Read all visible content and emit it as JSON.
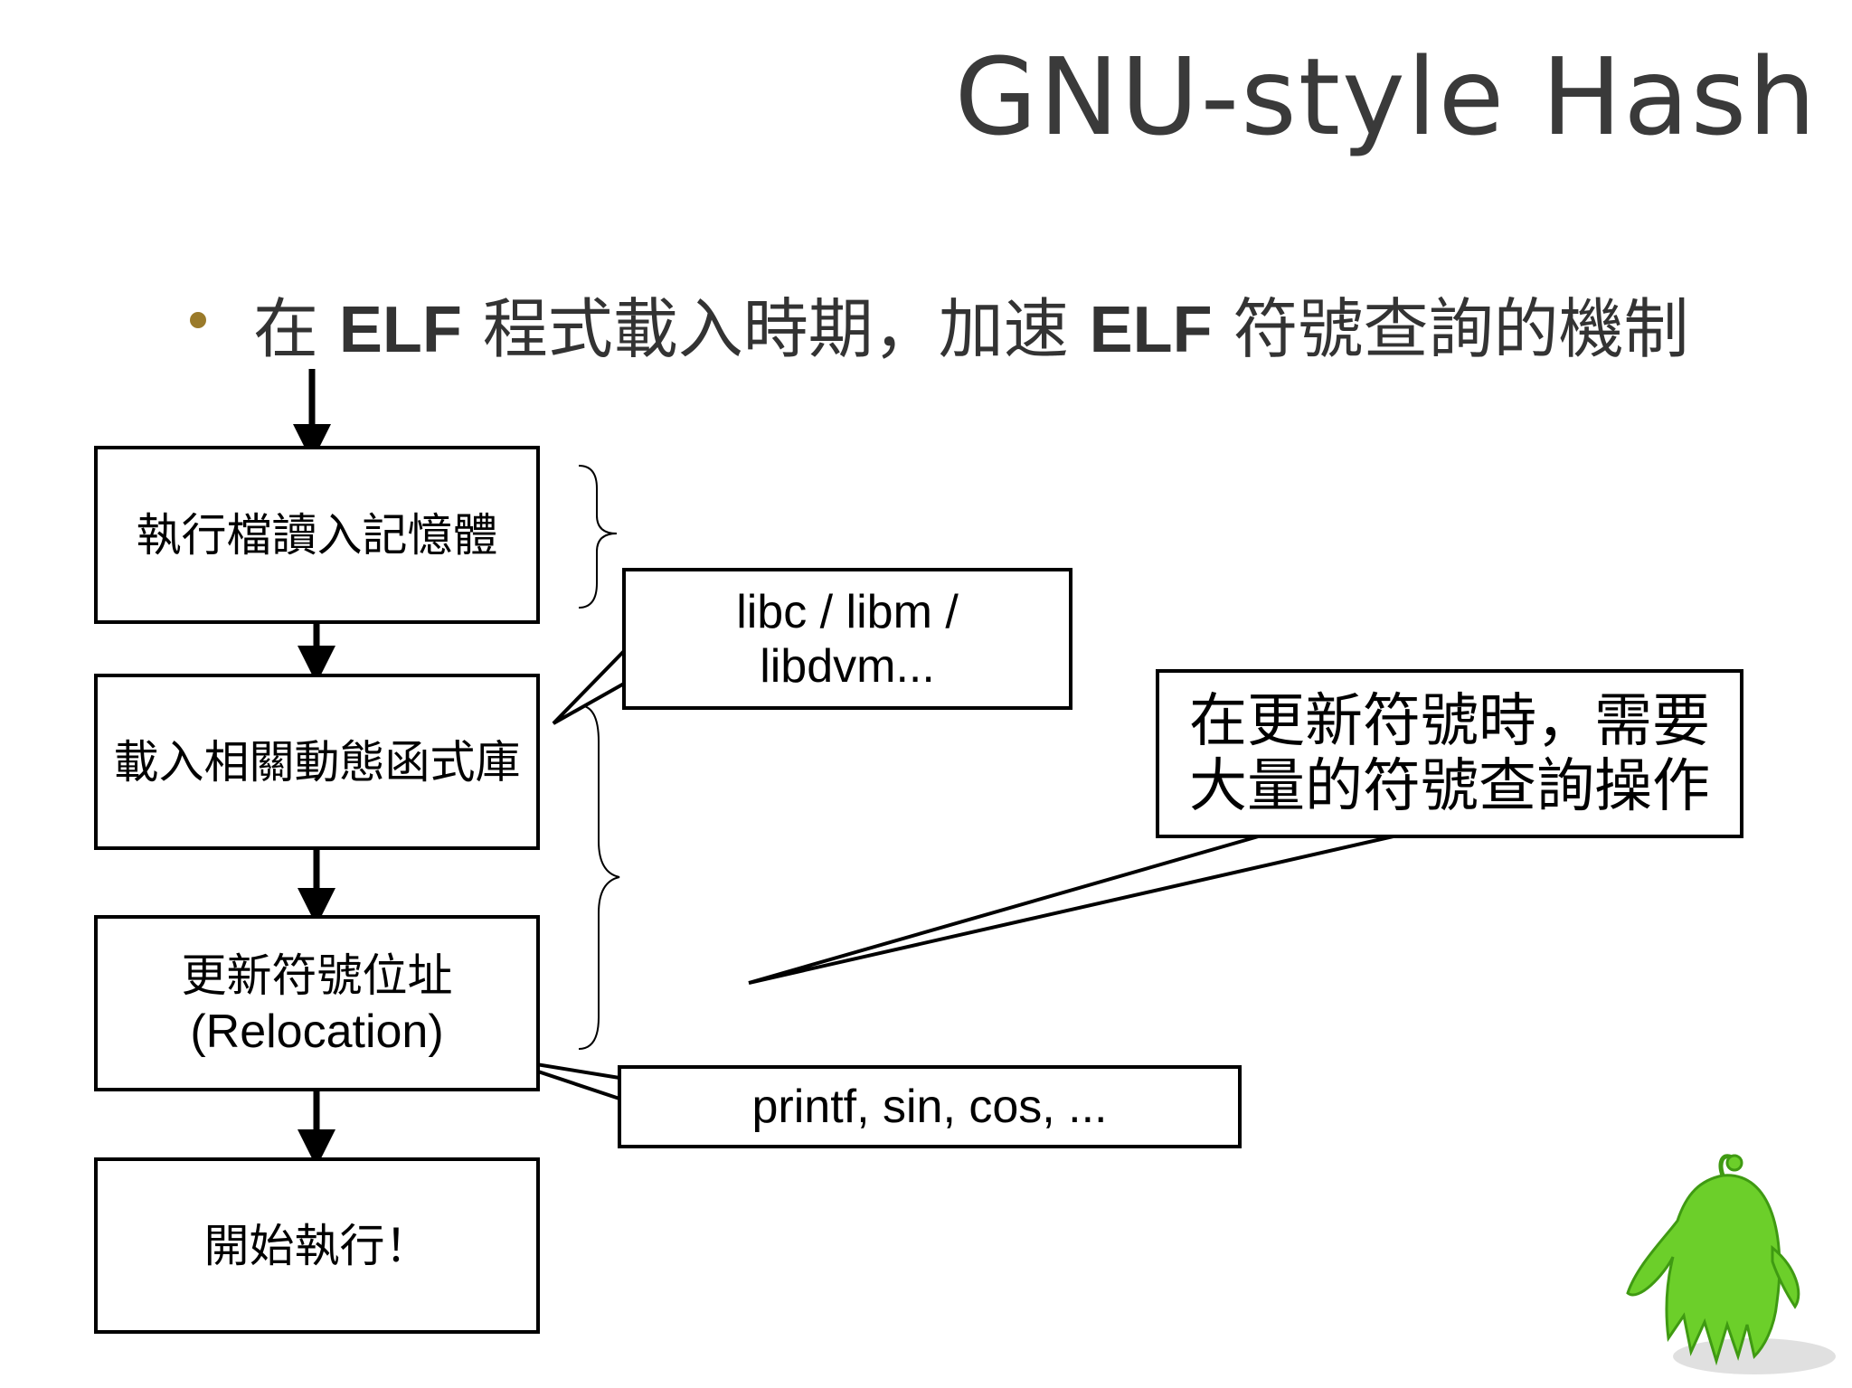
{
  "slide": {
    "title": "GNU-style Hash",
    "bullet": {
      "prefix": "在 ",
      "elf1": "ELF",
      "middle": " 程式載入時期，加速 ",
      "elf2": "ELF",
      "suffix": " 符號查詢的機制"
    }
  },
  "flow": {
    "steps": [
      {
        "label": "執行檔讀入記憶體"
      },
      {
        "label": "載入相關動態函式庫"
      },
      {
        "label": "更新符號位址",
        "sublabel": "(Relocation)"
      },
      {
        "label": "開始執行！"
      }
    ]
  },
  "callouts": {
    "libs": {
      "line1": "libc / libm /",
      "line2": "libdvm..."
    },
    "symbols": {
      "text": "printf, sin, cos, ..."
    },
    "note": {
      "line1": "在更新符號時，需要",
      "line2": "大量的符號查詢操作"
    }
  },
  "colors": {
    "bullet": "#9a7a2a",
    "mascot": "#6ccf2a"
  },
  "icons": {
    "mascot": "green-mascot-icon"
  }
}
